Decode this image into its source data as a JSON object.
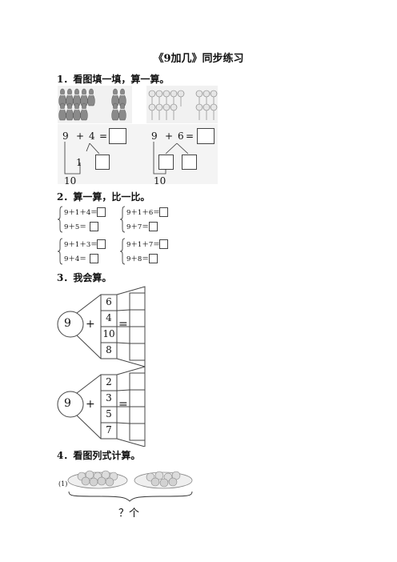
{
  "title": "《9加几》同步练习",
  "q1": {
    "label": "1．看图填一填，算一算。",
    "left": {
      "a": "9",
      "op": "+",
      "b": "4",
      "eq": "=",
      "split": "1",
      "ten": "10"
    },
    "right": {
      "a": "9",
      "op": "+",
      "b": "6",
      "eq": "=",
      "ten": "10"
    }
  },
  "q2": {
    "label": "2．算一算，比一比。",
    "groups": [
      {
        "top": "9＋1＋4＝",
        "bottom": "9＋5＝"
      },
      {
        "top": "9＋1＋6＝",
        "bottom": "9＋7＝"
      },
      {
        "top": "9＋1＋3＝",
        "bottom": "9＋4＝"
      },
      {
        "top": "9＋1＋7＝",
        "bottom": "9＋8＝"
      }
    ]
  },
  "q3": {
    "label": "3．我会算。",
    "fans": [
      {
        "base": "9",
        "op": "+",
        "eq": "=",
        "addends": [
          "6",
          "4",
          "10",
          "8"
        ]
      },
      {
        "base": "9",
        "op": "+",
        "eq": "=",
        "addends": [
          "2",
          "3",
          "5",
          "7"
        ]
      }
    ]
  },
  "q4": {
    "label": "4．看图列式计算。",
    "sub": "(1)",
    "question": "？个"
  },
  "icons": {
    "bowling": "bowling-pin-icon",
    "apple": "apple-icon",
    "plate": "plate-icon"
  }
}
